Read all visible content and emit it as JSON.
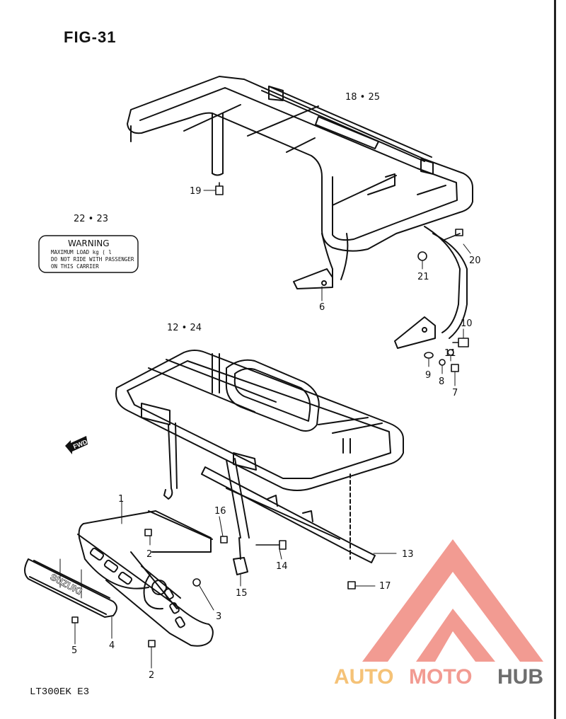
{
  "figure": {
    "title": "FIG-31",
    "model": "LT300EK  E3"
  },
  "warning_label": {
    "title": "WARNING",
    "lines": [
      "MAXIMUM LOAD  kg (     l",
      "DO NOT RIDE WITH PASSENGER",
      "ON THIS CARRIER"
    ]
  },
  "fwd_arrow": "FWD",
  "guard_brand": "SUZUKI",
  "callouts": [
    {
      "id": "18-25",
      "text": "18 • 25"
    },
    {
      "id": "19",
      "text": "19"
    },
    {
      "id": "22-23",
      "text": "22 • 23"
    },
    {
      "id": "20",
      "text": "20"
    },
    {
      "id": "21",
      "text": "21"
    },
    {
      "id": "6",
      "text": "6"
    },
    {
      "id": "12-24",
      "text": "12 • 24"
    },
    {
      "id": "10",
      "text": "10"
    },
    {
      "id": "11",
      "text": "11"
    },
    {
      "id": "9",
      "text": "9"
    },
    {
      "id": "8",
      "text": "8"
    },
    {
      "id": "7",
      "text": "7"
    },
    {
      "id": "1",
      "text": "1"
    },
    {
      "id": "16",
      "text": "16"
    },
    {
      "id": "2a",
      "text": "2"
    },
    {
      "id": "13",
      "text": "13"
    },
    {
      "id": "14",
      "text": "14"
    },
    {
      "id": "15",
      "text": "15"
    },
    {
      "id": "17",
      "text": "17"
    },
    {
      "id": "3",
      "text": "3"
    },
    {
      "id": "5",
      "text": "5"
    },
    {
      "id": "4",
      "text": "4"
    },
    {
      "id": "2b",
      "text": "2"
    }
  ],
  "watermark": {
    "part1": "AUTO",
    "part2": "MOTO",
    "part3": "HUB",
    "color_main": "#f08a80",
    "color_accent": "#f4b860",
    "color_dark": "#444444"
  }
}
